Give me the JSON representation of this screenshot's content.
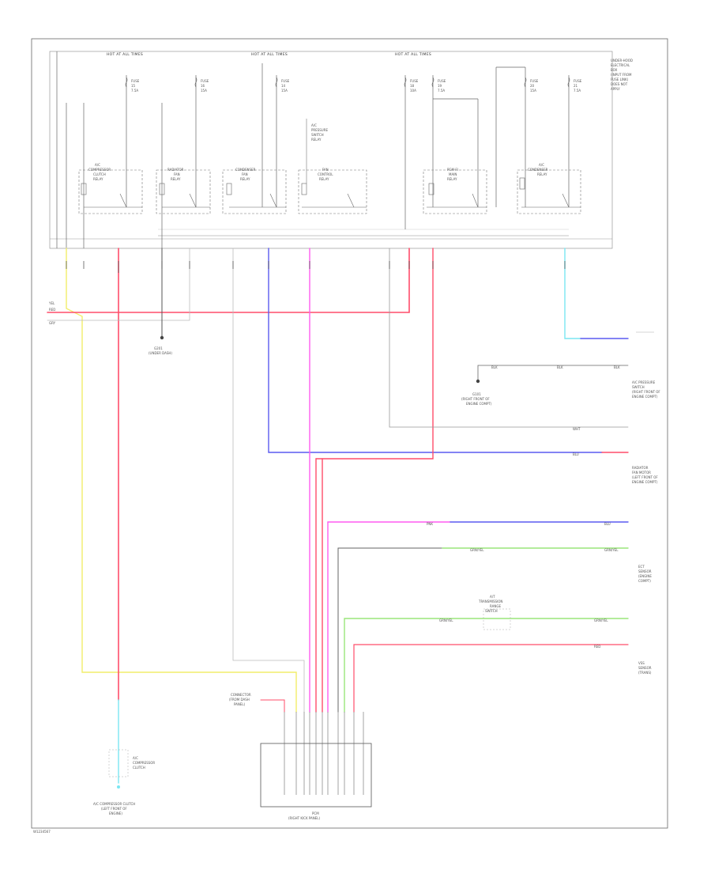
{
  "colors": {
    "frame": "#333333",
    "wire_black": "#555555",
    "wire_gray": "#9a9a9a",
    "wire_red": "#ff4d6a",
    "wire_yellow": "#f2ee6a",
    "wire_blue": "#5a5af0",
    "wire_magenta": "#ff5cf0",
    "wire_green": "#9ae67a",
    "wire_cyan": "#7ae6f2",
    "wire_pink": "#ff8aa0"
  },
  "header": {
    "hot_at_all_times_1": "HOT AT ALL TIMES",
    "hot_at_all_times_2": "HOT AT ALL TIMES",
    "hot_at_all_times_3": "HOT AT ALL TIMES",
    "box_label_lines": [
      "UNDER-HOOD",
      "ELECTRICAL",
      "BOX",
      "(INPUT FROM",
      "FUSE LINK)",
      "DOES NOT",
      "APPLY"
    ]
  },
  "fuses": [
    {
      "id": "f1",
      "lines": [
        "FUSE",
        "15",
        "7.5A"
      ]
    },
    {
      "id": "f2",
      "lines": [
        "FUSE",
        "16",
        "15A"
      ]
    },
    {
      "id": "f3",
      "lines": [
        "FUSE",
        "14",
        "15A"
      ]
    },
    {
      "id": "f4",
      "lines": [
        "FUSE",
        "18",
        "10A"
      ]
    },
    {
      "id": "f5",
      "lines": [
        "FUSE",
        "19",
        "7.5A"
      ]
    },
    {
      "id": "f6",
      "lines": [
        "FUSE",
        "20",
        "15A"
      ]
    },
    {
      "id": "f7",
      "lines": [
        "FUSE",
        "21",
        "7.5A"
      ]
    }
  ],
  "relays": [
    {
      "id": "r1",
      "lines": [
        "A/C",
        "COMPRESSOR",
        "CLUTCH",
        "RELAY"
      ]
    },
    {
      "id": "r2",
      "lines": [
        "RADIATOR",
        "FAN",
        "RELAY"
      ]
    },
    {
      "id": "r3",
      "lines": [
        "CONDENSER",
        "FAN",
        "RELAY"
      ]
    },
    {
      "id": "r4",
      "lines": [
        "FAN",
        "CONTROL",
        "RELAY"
      ]
    },
    {
      "id": "r5",
      "lines": [
        "PGM-FI",
        "MAIN",
        "RELAY"
      ]
    },
    {
      "id": "r6",
      "lines": [
        "A/C",
        "CONDENSER",
        "RELAY"
      ]
    }
  ],
  "notes": {
    "mid_note": [
      "A/T",
      "TRANSMISSION",
      "RANGE",
      "SWITCH"
    ],
    "relay_note": [
      "A/C",
      "PRESSURE",
      "SWITCH",
      "RELAY"
    ]
  },
  "grounds": {
    "g1": [
      "G101",
      "(RIGHT FRONT OF",
      "ENGINE COMPT)"
    ],
    "g2": [
      "G201",
      "(UNDER DASH)"
    ]
  },
  "wire_codes": {
    "yel": "YEL",
    "red": "RED",
    "gry": "GRY",
    "blk": "BLK",
    "blu": "BLU",
    "pnk": "PNK",
    "grn": "GRN/YEL",
    "wht": "WHT"
  },
  "right_components": [
    {
      "id": "c1",
      "lines": [
        "A/C PRESSURE",
        "SWITCH",
        "(RIGHT FRONT OF",
        "ENGINE COMPT)"
      ]
    },
    {
      "id": "c2",
      "lines": [
        "RADIATOR",
        "FAN MOTOR",
        "(LEFT FRONT OF",
        "ENGINE COMPT)"
      ]
    },
    {
      "id": "c3",
      "lines": [
        "ECT",
        "SENSOR",
        "(ENGINE",
        "COMPT)"
      ]
    },
    {
      "id": "c4",
      "lines": [
        "VSS",
        "SENSOR",
        "(TRANS)"
      ]
    }
  ],
  "bottom": {
    "ecm_label": [
      "PCM",
      "(RIGHT KICK PANEL)"
    ],
    "clutch_label": [
      "A/C",
      "COMPRESSOR",
      "CLUTCH"
    ],
    "clutch_loc": [
      "A/C COMPRESSOR CLUTCH",
      "(LEFT FRONT OF",
      "ENGINE)"
    ],
    "connector_note": [
      "CONNECTOR",
      "(FROM DASH",
      "PANEL)"
    ],
    "page_tag": "W1234567"
  }
}
